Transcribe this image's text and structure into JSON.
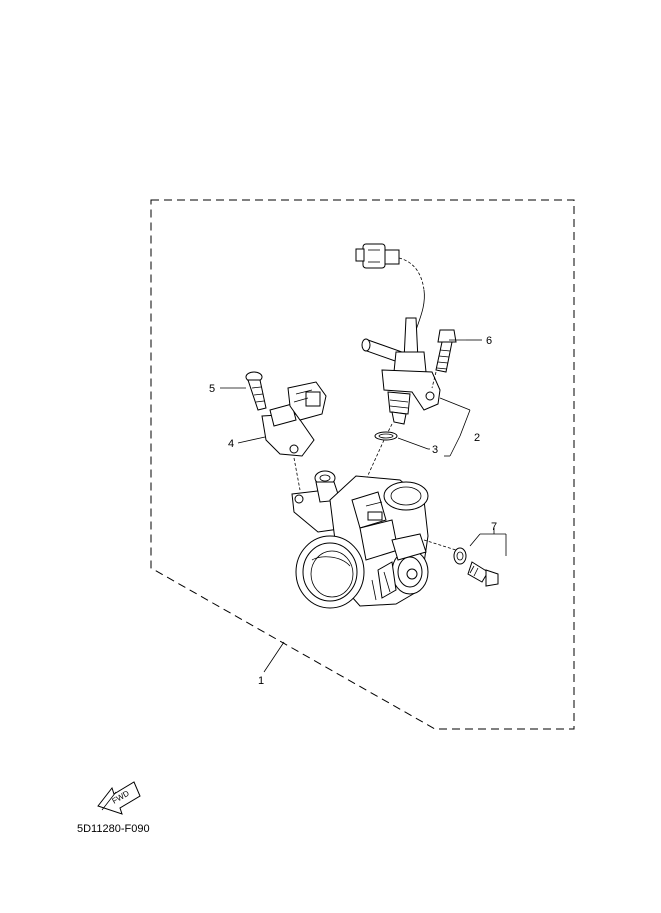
{
  "callouts": {
    "c1": "1",
    "c2": "2",
    "c3": "3",
    "c4": "4",
    "c5": "5",
    "c6": "6",
    "c7": "7"
  },
  "fwd_label": "FWD",
  "diagram_code": "5D11280-F090"
}
